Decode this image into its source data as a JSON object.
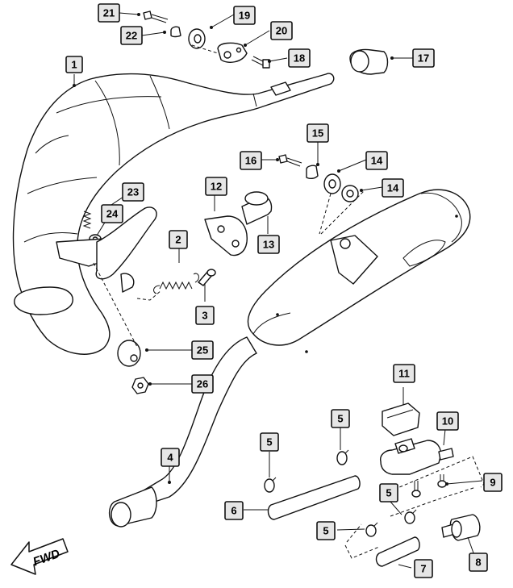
{
  "diagram": {
    "fwd_label": "FWD",
    "callouts": [
      {
        "id": "c1",
        "label": "1"
      },
      {
        "id": "c2",
        "label": "2"
      },
      {
        "id": "c3",
        "label": "3"
      },
      {
        "id": "c4",
        "label": "4"
      },
      {
        "id": "c5a",
        "label": "5"
      },
      {
        "id": "c5b",
        "label": "5"
      },
      {
        "id": "c5c",
        "label": "5"
      },
      {
        "id": "c5d",
        "label": "5"
      },
      {
        "id": "c6",
        "label": "6"
      },
      {
        "id": "c7",
        "label": "7"
      },
      {
        "id": "c8",
        "label": "8"
      },
      {
        "id": "c9",
        "label": "9"
      },
      {
        "id": "c10",
        "label": "10"
      },
      {
        "id": "c11",
        "label": "11"
      },
      {
        "id": "c12",
        "label": "12"
      },
      {
        "id": "c13",
        "label": "13"
      },
      {
        "id": "c14a",
        "label": "14"
      },
      {
        "id": "c14b",
        "label": "14"
      },
      {
        "id": "c15",
        "label": "15"
      },
      {
        "id": "c16",
        "label": "16"
      },
      {
        "id": "c17",
        "label": "17"
      },
      {
        "id": "c18",
        "label": "18"
      },
      {
        "id": "c19",
        "label": "19"
      },
      {
        "id": "c20",
        "label": "20"
      },
      {
        "id": "c21",
        "label": "21"
      },
      {
        "id": "c22",
        "label": "22"
      },
      {
        "id": "c23",
        "label": "23"
      },
      {
        "id": "c24",
        "label": "24"
      },
      {
        "id": "c25",
        "label": "25"
      },
      {
        "id": "c26",
        "label": "26"
      }
    ]
  }
}
